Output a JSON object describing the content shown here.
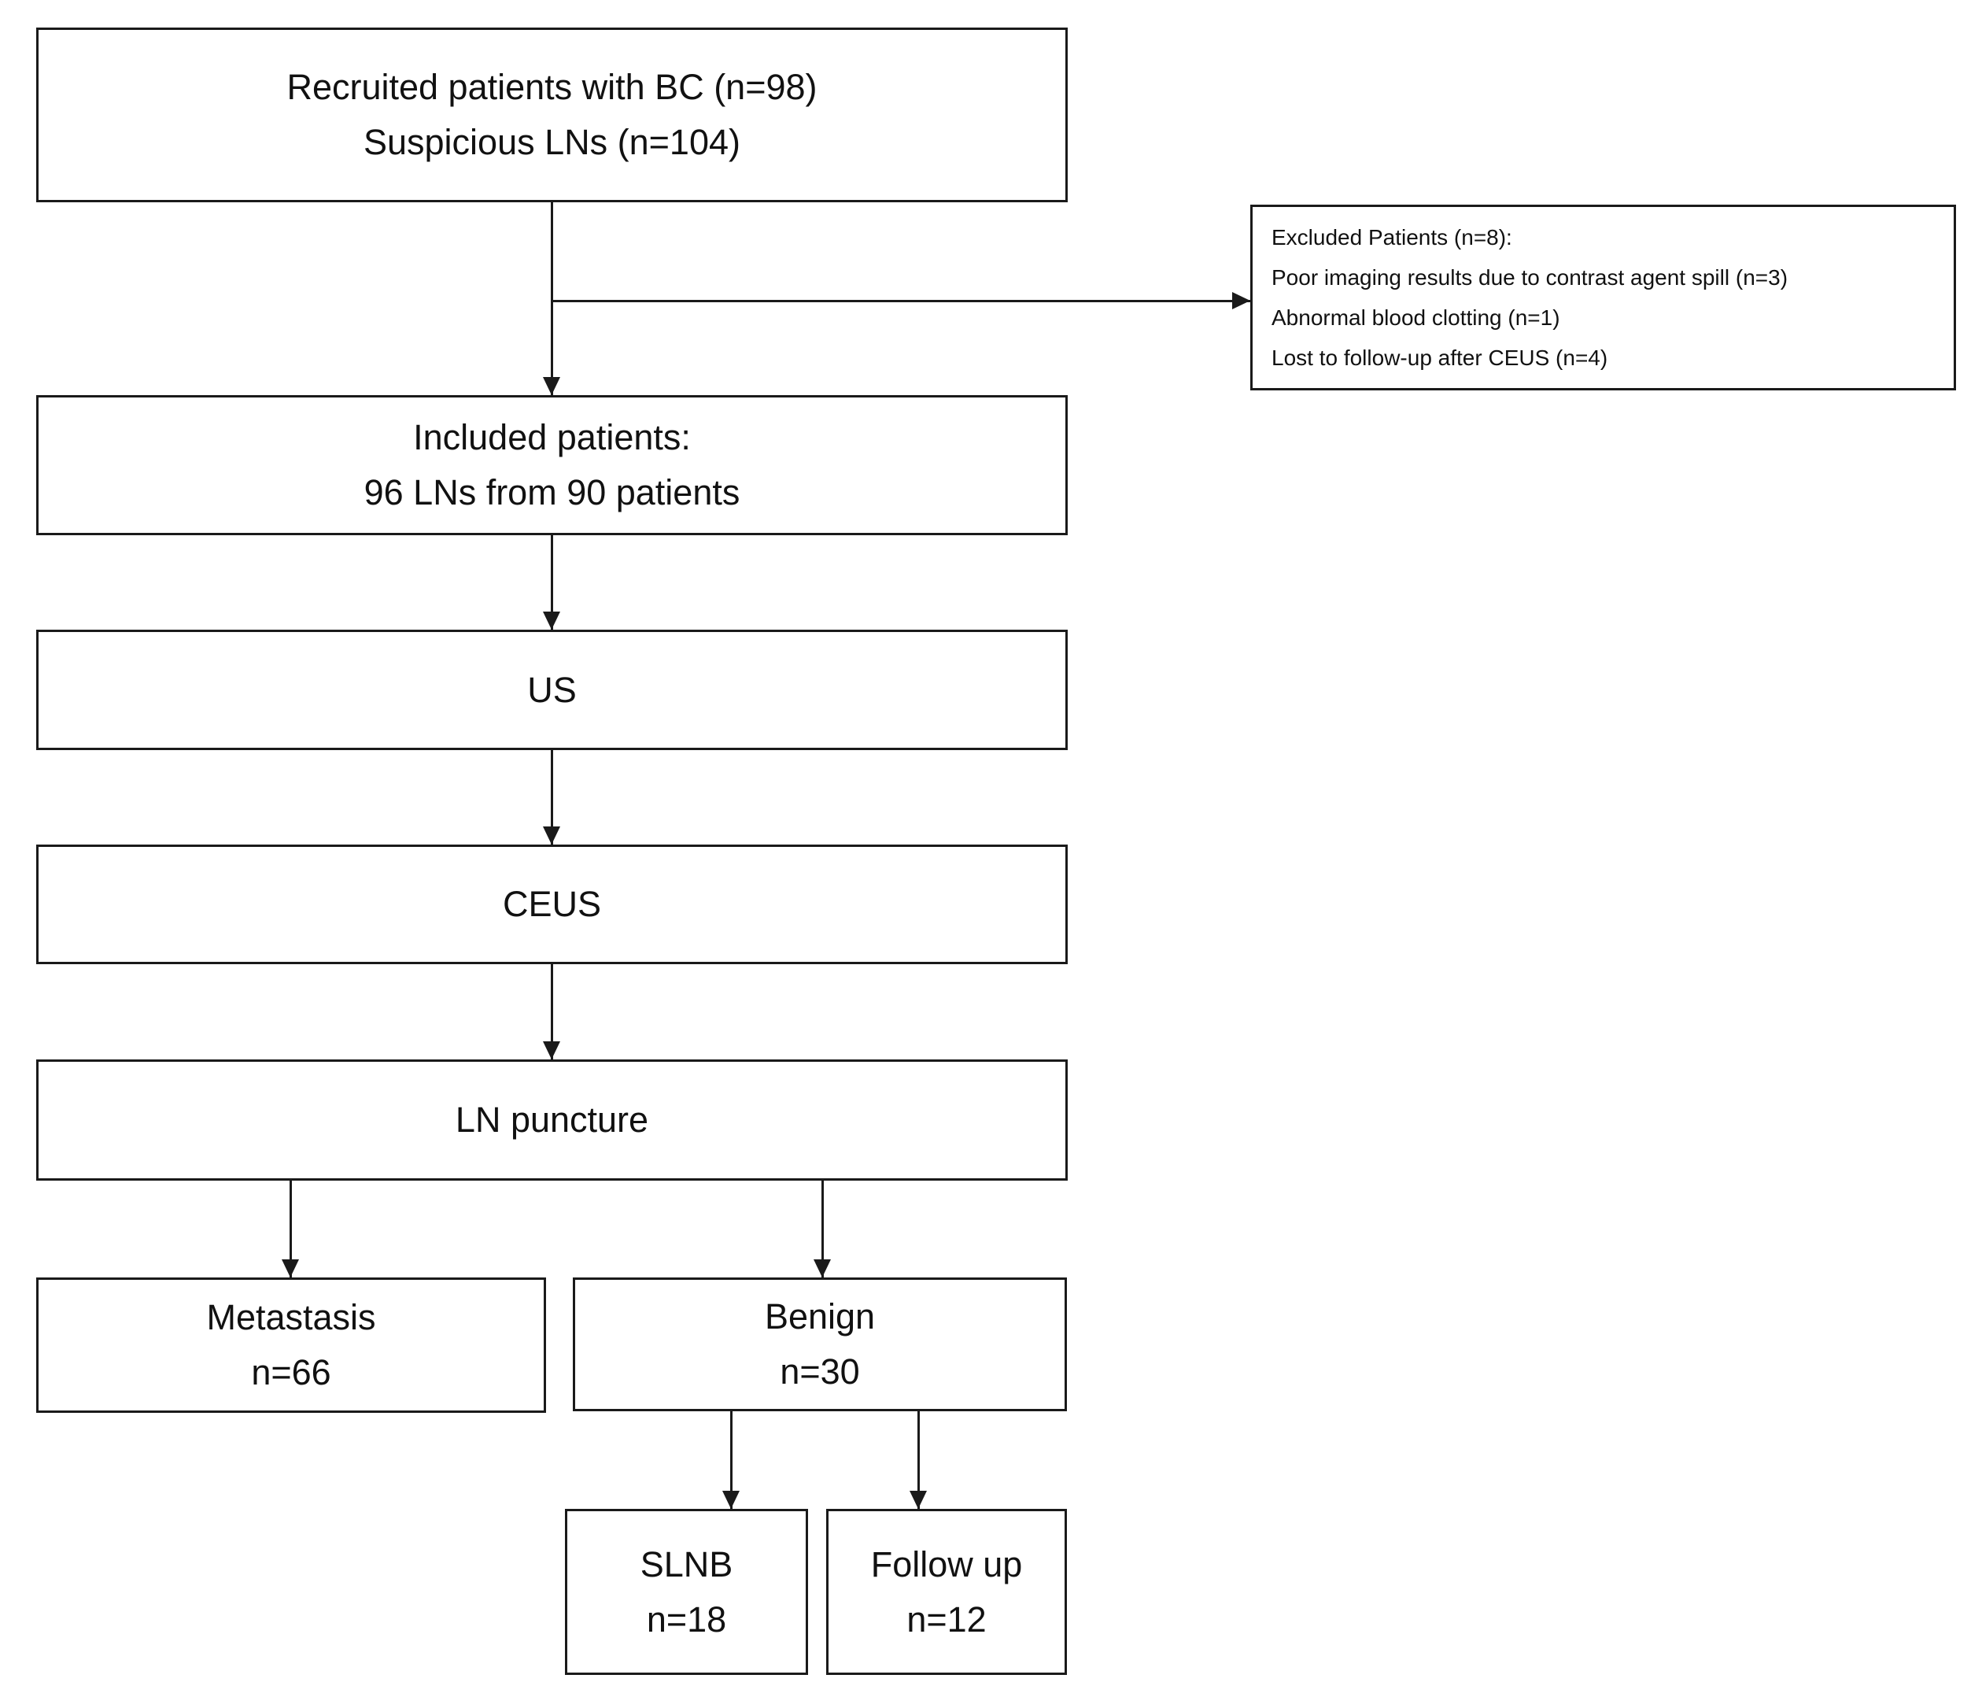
{
  "figure_type": "patient-flow-diagram",
  "colors": {
    "background": "#ffffff",
    "line": "#1a1a1a",
    "text": "#111111"
  },
  "boxes": {
    "recruited": {
      "line1": "Recruited patients with BC (n=98)",
      "line2": "Suspicious LNs (n=104)"
    },
    "excluded": {
      "title": "Excluded Patients (n=8):",
      "reason1": "Poor imaging results due to contrast agent spill (n=3)",
      "reason2": "Abnormal blood clotting (n=1)",
      "reason3": "Lost to follow-up after CEUS (n=4)"
    },
    "included": {
      "line1": "Included patients:",
      "line2": "96 LNs from 90 patients"
    },
    "us": {
      "label": "US"
    },
    "ceus": {
      "label": "CEUS"
    },
    "ln_puncture": {
      "label": "LN puncture"
    },
    "metastasis": {
      "line1": "Metastasis",
      "line2": "n=66"
    },
    "benign": {
      "line1": "Benign",
      "line2": "n=30"
    },
    "slnb": {
      "line1": "SLNB",
      "line2": "n=18"
    },
    "follow_up": {
      "line1": "Follow up",
      "line2": "n=12"
    }
  }
}
